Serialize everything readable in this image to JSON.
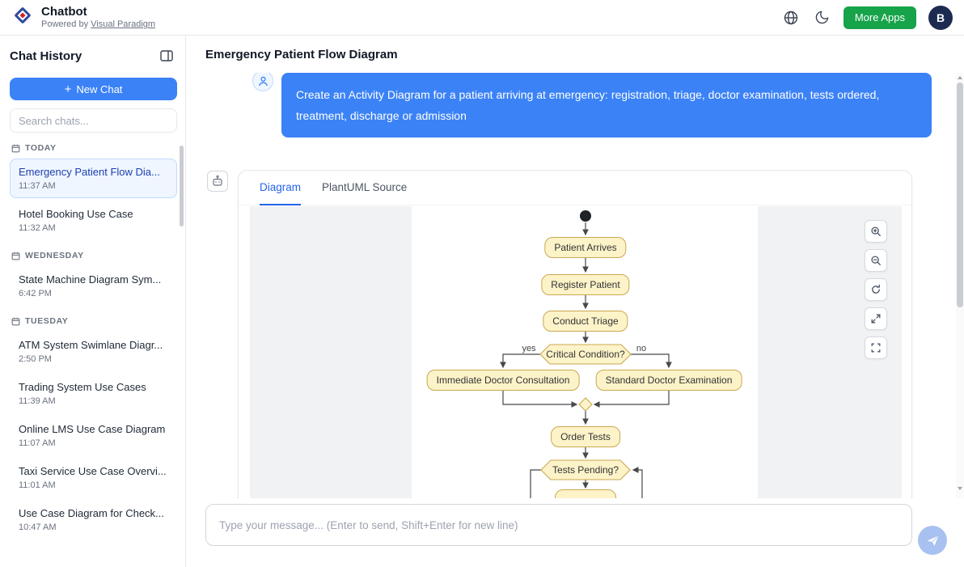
{
  "colors": {
    "accent_blue": "#3b82f6",
    "active_tab_blue": "#2563eb",
    "more_apps_green": "#16a34a",
    "avatar_navy": "#1d2b50",
    "node_fill": "#fdf3c9",
    "node_border": "#c9a850"
  },
  "icons": {
    "plus": "+"
  },
  "header": {
    "title": "Chatbot",
    "powered_by": "Powered by",
    "powered_by_link": "Visual Paradigm",
    "more_apps": "More Apps",
    "avatar": "B"
  },
  "sidebar": {
    "title": "Chat History",
    "new_chat": "New Chat",
    "search_placeholder": "Search chats...",
    "groups": [
      {
        "label": "TODAY",
        "items": [
          {
            "title": "Emergency Patient Flow Dia...",
            "time": "11:37 AM"
          },
          {
            "title": "Hotel Booking Use Case",
            "time": "11:32 AM"
          }
        ]
      },
      {
        "label": "WEDNESDAY",
        "items": [
          {
            "title": "State Machine Diagram Sym...",
            "time": "6:42 PM"
          }
        ]
      },
      {
        "label": "TUESDAY",
        "items": [
          {
            "title": "ATM System Swimlane Diagr...",
            "time": "2:50 PM"
          },
          {
            "title": "Trading System Use Cases",
            "time": "11:39 AM"
          },
          {
            "title": "Online LMS Use Case Diagram",
            "time": "11:07 AM"
          },
          {
            "title": "Taxi Service Use Case Overvi...",
            "time": "11:01 AM"
          },
          {
            "title": "Use Case Diagram for Check...",
            "time": "10:47 AM"
          }
        ]
      }
    ]
  },
  "main": {
    "title": "Emergency Patient Flow Diagram",
    "user_message": "Create an Activity Diagram for a patient arriving at emergency: registration, triage, doctor examination, tests ordered, treatment, discharge or admission",
    "tabs": {
      "diagram_label": "Diagram",
      "source_label": "PlantUML Source"
    },
    "composer_placeholder": "Type your message... (Enter to send, Shift+Enter for new line)"
  },
  "diagram": {
    "nodes": {
      "patient_arrives": "Patient Arrives",
      "register_patient": "Register Patient",
      "conduct_triage": "Conduct Triage",
      "critical_condition": "Critical Condition?",
      "immediate_consultation": "Immediate Doctor Consultation",
      "standard_examination": "Standard Doctor Examination",
      "order_tests": "Order Tests",
      "tests_pending": "Tests Pending?"
    },
    "branch": {
      "yes": "yes",
      "no": "no"
    }
  }
}
